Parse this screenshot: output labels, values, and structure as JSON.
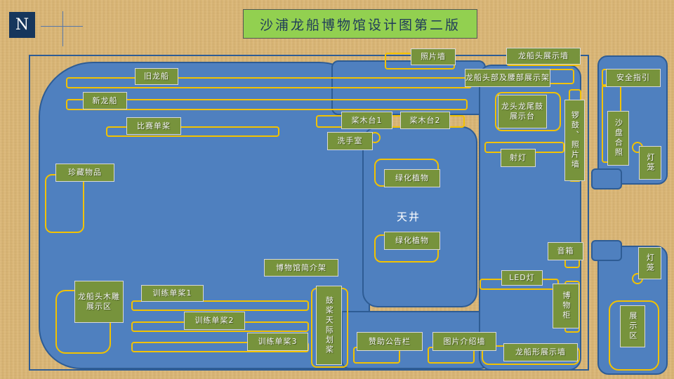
{
  "title": "沙浦龙船博物馆设计图第二版",
  "north": "N",
  "skylight": "天井",
  "labels": {
    "photo_wall": "照片墙",
    "dragon_head_wall": "龙船头展示墙",
    "old_dragon": "旧龙船",
    "dragon_parts": "龙船头部及腰部展示架",
    "new_dragon": "新龙船",
    "safety": "安全指引",
    "dragon_tail_stage": "龙头龙尾鼓展示台",
    "column_photo_wall": "锣鼓、照片墙",
    "race_boat": "比赛单桨",
    "work_table1": "桨木台1",
    "work_table2": "桨木台2",
    "sand_table": "沙盘合照",
    "wash_room": "洗手室",
    "lamp_post": "射灯",
    "lamp_right": "灯笼",
    "collection": "珍藏物品",
    "green_plant1": "绿化植物",
    "green_plant2": "绿化植物",
    "speaker": "音箱",
    "lamp_right2": "灯笼",
    "museum_intro": "博物馆简介架",
    "led": "LED灯",
    "sculpture_display": "龙船头木雕展示区",
    "training_paddle1": "训练单桨1",
    "qigu": "鼓桨天际划桨",
    "showcase": "博物柜",
    "training_paddle2": "训练单桨2",
    "display_area": "展示区",
    "training_paddle3": "训练单桨3",
    "sponsor_board": "赞助公告栏",
    "image_intro_wall": "图片介绍墙",
    "dragon_shape_wall": "龙船形展示墙"
  }
}
